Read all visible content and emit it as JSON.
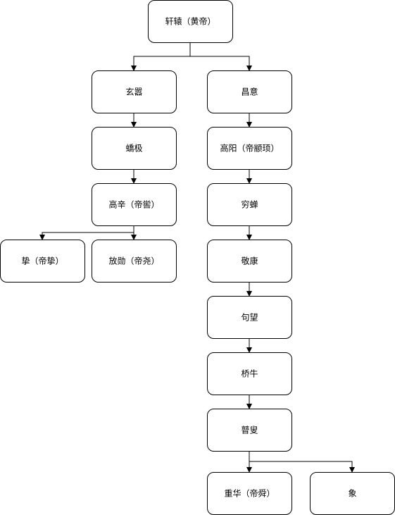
{
  "nodes": [
    {
      "id": "xuanyuan",
      "label": "轩辕（黄帝）"
    },
    {
      "id": "xuanxiao",
      "label": "玄嚣"
    },
    {
      "id": "changyi",
      "label": "昌意"
    },
    {
      "id": "jiaoji",
      "label": "蟜极"
    },
    {
      "id": "gaoyang",
      "label": "高阳（帝颛顼）"
    },
    {
      "id": "gaoxin",
      "label": "高辛（帝喾）"
    },
    {
      "id": "qiongchan",
      "label": "穷蝉"
    },
    {
      "id": "zhi",
      "label": "挚（帝挚）"
    },
    {
      "id": "fangxun",
      "label": "放勋（帝尧）"
    },
    {
      "id": "jingkang",
      "label": "敬康"
    },
    {
      "id": "jumang",
      "label": "句望"
    },
    {
      "id": "qiaoniu",
      "label": "桥牛"
    },
    {
      "id": "gusou",
      "label": "瞽叟"
    },
    {
      "id": "chonghua",
      "label": "重华（帝舜）"
    },
    {
      "id": "xiang",
      "label": "象"
    }
  ],
  "edges": [
    {
      "from": "xuanyuan",
      "to": "xuanxiao"
    },
    {
      "from": "xuanyuan",
      "to": "changyi"
    },
    {
      "from": "xuanxiao",
      "to": "jiaoji"
    },
    {
      "from": "jiaoji",
      "to": "gaoxin"
    },
    {
      "from": "gaoxin",
      "to": "zhi"
    },
    {
      "from": "gaoxin",
      "to": "fangxun"
    },
    {
      "from": "changyi",
      "to": "gaoyang"
    },
    {
      "from": "gaoyang",
      "to": "qiongchan"
    },
    {
      "from": "qiongchan",
      "to": "jingkang"
    },
    {
      "from": "jingkang",
      "to": "jumang"
    },
    {
      "from": "jumang",
      "to": "qiaoniu"
    },
    {
      "from": "qiaoniu",
      "to": "gusou"
    },
    {
      "from": "gusou",
      "to": "chonghua"
    },
    {
      "from": "gusou",
      "to": "xiang"
    }
  ]
}
